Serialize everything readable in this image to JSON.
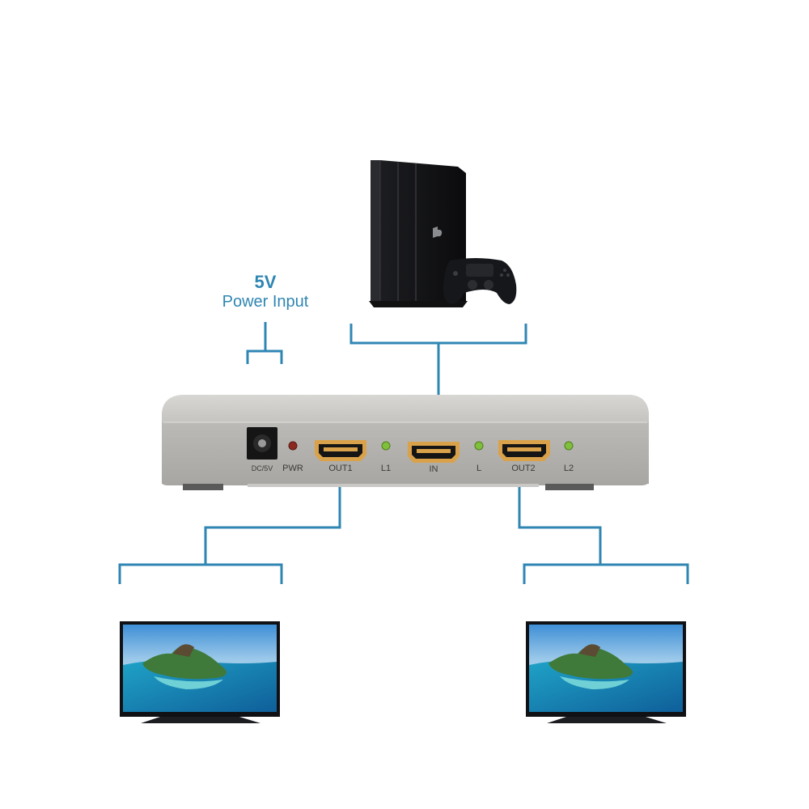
{
  "power_label": {
    "voltage": "5V",
    "text": "Power Input"
  },
  "device": {
    "ports": {
      "dc": "DC/5V",
      "pwr": "PWR",
      "out1": "OUT1",
      "l1": "L1",
      "in": "IN",
      "l": "L",
      "out2": "OUT2",
      "l2": "L2"
    }
  },
  "colors": {
    "connector_line": "#2f86b3",
    "device_body": "#b9b7b3",
    "led_green": "#7fbf3a",
    "led_red": "#8a2a20"
  }
}
